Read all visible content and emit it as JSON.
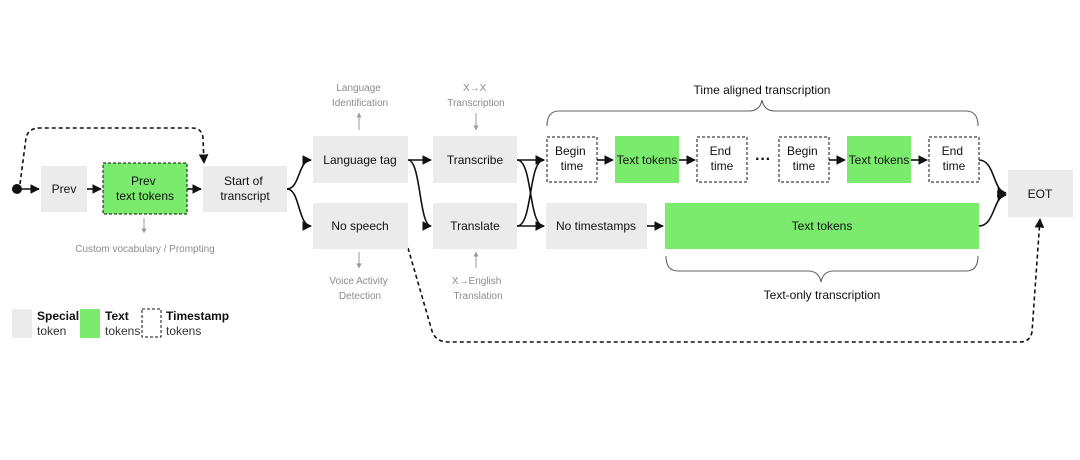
{
  "colors": {
    "special": "#ebebeb",
    "text_token": "#7beb6e",
    "timestamp_fill": "#ffffff",
    "line": "#111111",
    "caption": "#8c8c8c"
  },
  "nodes": {
    "prev": "Prev",
    "prev_text_tokens": [
      "Prev",
      "text tokens"
    ],
    "start_of_transcript": [
      "Start of",
      "transcript"
    ],
    "language_tag": "Language tag",
    "no_speech": "No speech",
    "transcribe": "Transcribe",
    "translate": "Translate",
    "begin_time_1": [
      "Begin",
      "time"
    ],
    "text_tokens_1": "Text tokens",
    "end_time_1": [
      "End",
      "time"
    ],
    "ellipsis": "···",
    "begin_time_2": [
      "Begin",
      "time"
    ],
    "text_tokens_2": "Text tokens",
    "end_time_2": [
      "End",
      "time"
    ],
    "no_timestamps": "No timestamps",
    "text_tokens_long": "Text tokens",
    "eot": "EOT"
  },
  "captions": {
    "language_identification": [
      "Language",
      "Identification"
    ],
    "x_to_x_transcription": [
      "X→X",
      "Transcription"
    ],
    "custom_vocabulary": "Custom vocabulary / Prompting",
    "voice_activity_detection": [
      "Voice Activity",
      "Detection"
    ],
    "x_to_english_translation": [
      "X→English",
      "Translation"
    ]
  },
  "headings": {
    "time_aligned": "Time aligned transcription",
    "text_only": "Text-only transcription"
  },
  "legend": [
    {
      "kind": "special",
      "title": "Special",
      "sub": "token"
    },
    {
      "kind": "text",
      "title": "Text",
      "sub": "tokens"
    },
    {
      "kind": "timestamp",
      "title": "Timestamp",
      "sub": "tokens"
    }
  ]
}
